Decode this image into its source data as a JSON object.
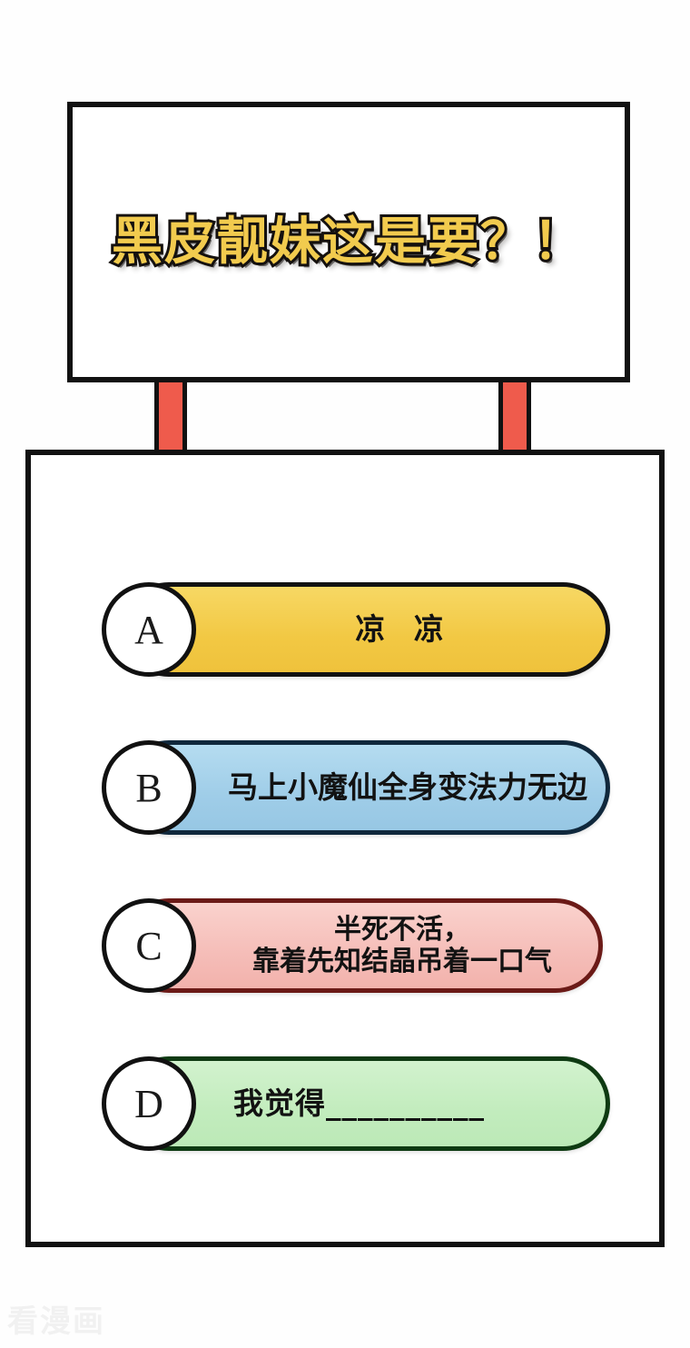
{
  "page": {
    "background_color": "#ffffff",
    "watermark": "看漫画"
  },
  "title_panel": {
    "text": "黑皮靓妹这是要？！",
    "text_color": "#F2CB4E",
    "outline_color": "#161210",
    "panel_border_color": "#111111",
    "panel_background": "#ffffff"
  },
  "connectors": {
    "color": "#EF5B4C",
    "border_color": "#111111",
    "count": 2
  },
  "options_panel": {
    "border_color": "#111111",
    "background": "#ffffff",
    "options": [
      {
        "letter": "A",
        "text": "凉 凉",
        "fill_color": "#F2C843",
        "border_color": "#121212",
        "lines": 1
      },
      {
        "letter": "B",
        "text": "马上小魔仙全身变法力无边",
        "fill_color": "#9FCDE8",
        "border_color": "#10283C",
        "lines": 1
      },
      {
        "letter": "C",
        "text": "半死不活，\n靠着先知结晶吊着一口气",
        "fill_color": "#F5BDB8",
        "border_color": "#6B1A17",
        "lines": 2
      },
      {
        "letter": "D",
        "text": "我觉得__________",
        "fill_color": "#C2ECBD",
        "border_color": "#0E3A12",
        "lines": 1
      }
    ]
  }
}
